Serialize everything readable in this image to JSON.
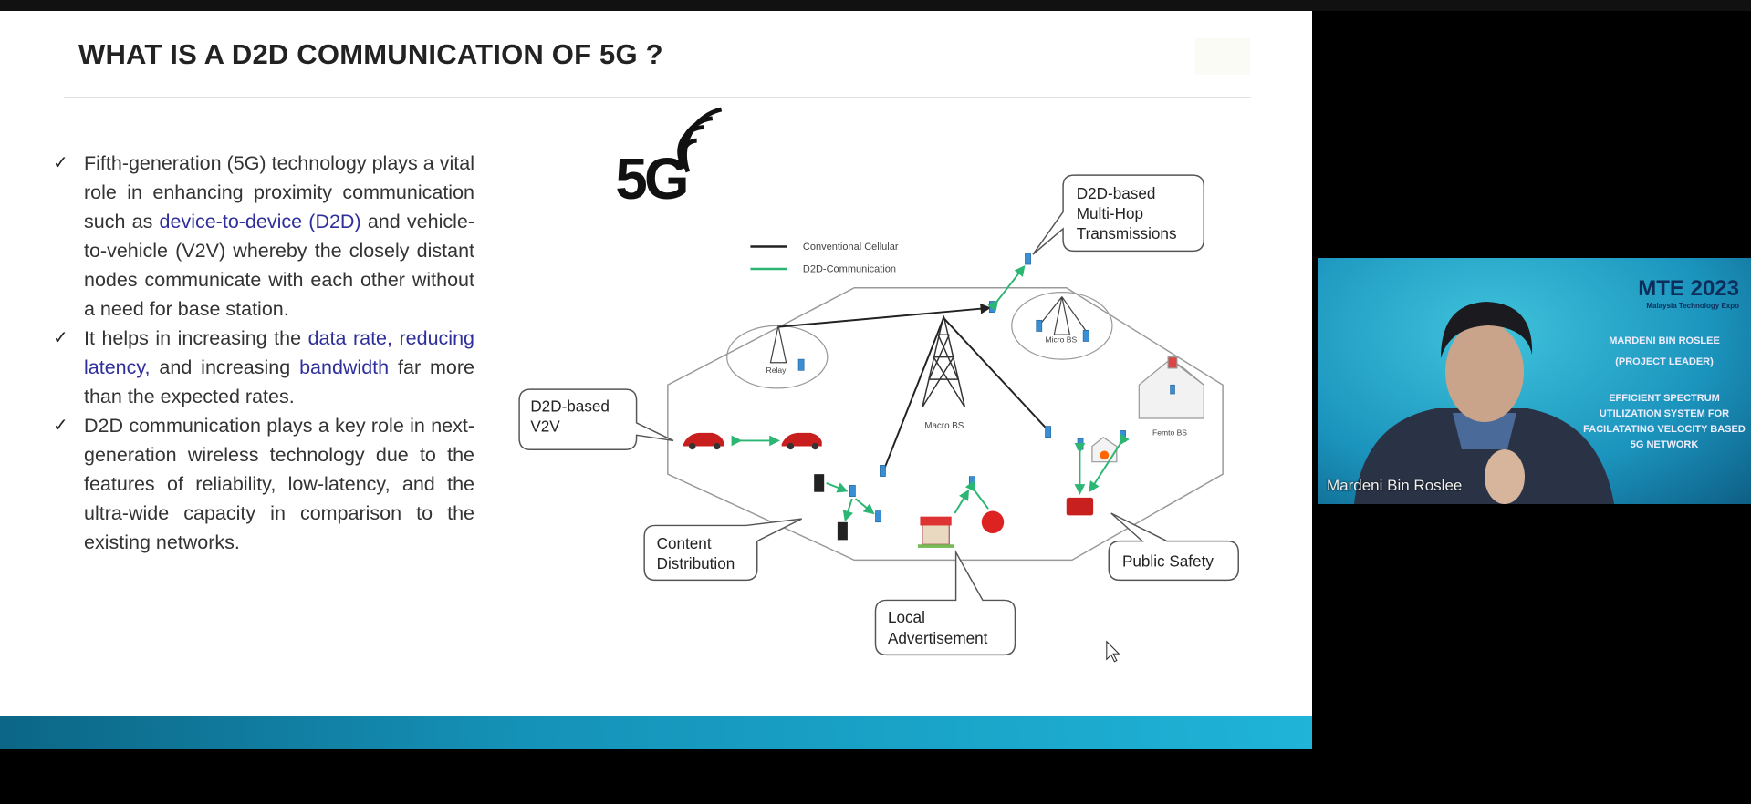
{
  "slide": {
    "title": "WHAT IS A D2D COMMUNICATION OF 5G ?",
    "bullets": [
      {
        "parts": [
          "Fifth-generation (5G) technology plays a vital role in enhancing proximity communication such as ",
          "device-to-device (D2D)",
          " and vehicle-to-vehicle (V2V) whereby the closely distant nodes communicate with each other without a need for base station."
        ]
      },
      {
        "parts": [
          "It helps in increasing the ",
          "data rate, reducing latency,",
          " and increasing ",
          "bandwidth",
          " far more than the expected rates."
        ]
      },
      {
        "parts": [
          "D2D communication plays a key role in next-generation wireless technology due to the features of reliability, low-latency, and the ultra-wide capacity in comparison to the existing networks."
        ]
      }
    ],
    "check_icon": "✓",
    "highlight_color": "#2f2f9c"
  },
  "diagram": {
    "logo": "5G",
    "legend": {
      "cellular": "Conventional Cellular",
      "d2d": "D2D-Communication"
    },
    "labels": {
      "macro": "Macro BS",
      "relay": "Relay",
      "micro": "Micro BS",
      "femto": "Femto BS"
    },
    "callouts": {
      "multihop": [
        "D2D-based",
        "Multi-Hop",
        "Transmissions"
      ],
      "v2v": [
        "D2D-based",
        "V2V"
      ],
      "content": [
        "Content",
        "Distribution"
      ],
      "local": [
        "Local",
        "Advertisement"
      ],
      "safety": [
        "Public Safety"
      ]
    },
    "colors": {
      "cellular": "#222222",
      "d2d": "#2bb673",
      "device": "#3a8fd4"
    }
  },
  "webcam": {
    "event": "MTE 2023",
    "event_sub": "Malaysia Technology Expo",
    "presenter_title": "MARDENI BIN ROSLEE",
    "role": "(PROJECT LEADER)",
    "project": [
      "EFFICIENT SPECTRUM",
      "UTILIZATION SYSTEM FOR",
      "FACILATATING VELOCITY BASED",
      "5G NETWORK"
    ],
    "participant_name": "Mardeni Bin Roslee"
  }
}
